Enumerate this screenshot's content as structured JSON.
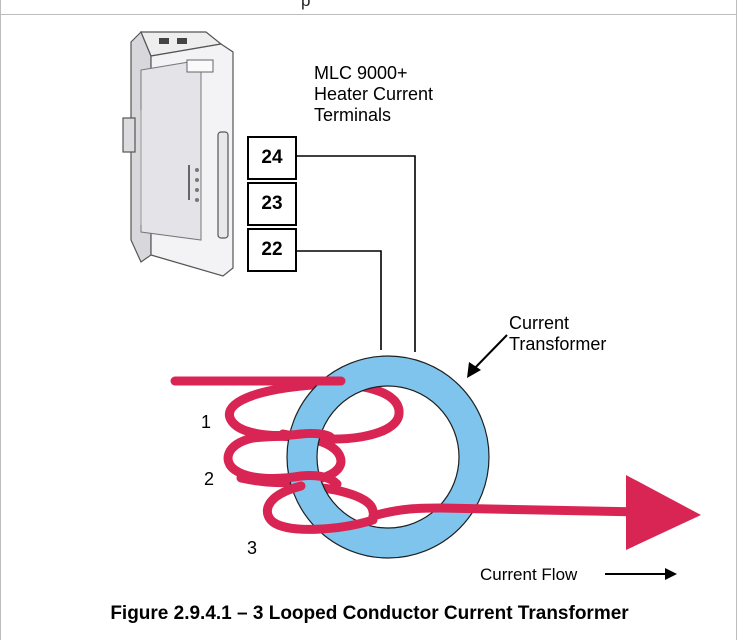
{
  "header_partial_text": "p",
  "module_label_lines": [
    "MLC 9000+",
    "Heater Current",
    "Terminals"
  ],
  "terminals": [
    "24",
    "23",
    "22"
  ],
  "ct_label_lines": [
    "Current",
    "Transformer"
  ],
  "loops": [
    "1",
    "2",
    "3"
  ],
  "current_flow_label": "Current Flow",
  "caption": "Figure 2.9.4.1 – 3 Looped Conductor Current Transformer",
  "colors": {
    "conductor": "#d92554",
    "transformer_ring": "#7ec4ec",
    "wire": "#000000",
    "device_body": "#e9e9ec"
  }
}
